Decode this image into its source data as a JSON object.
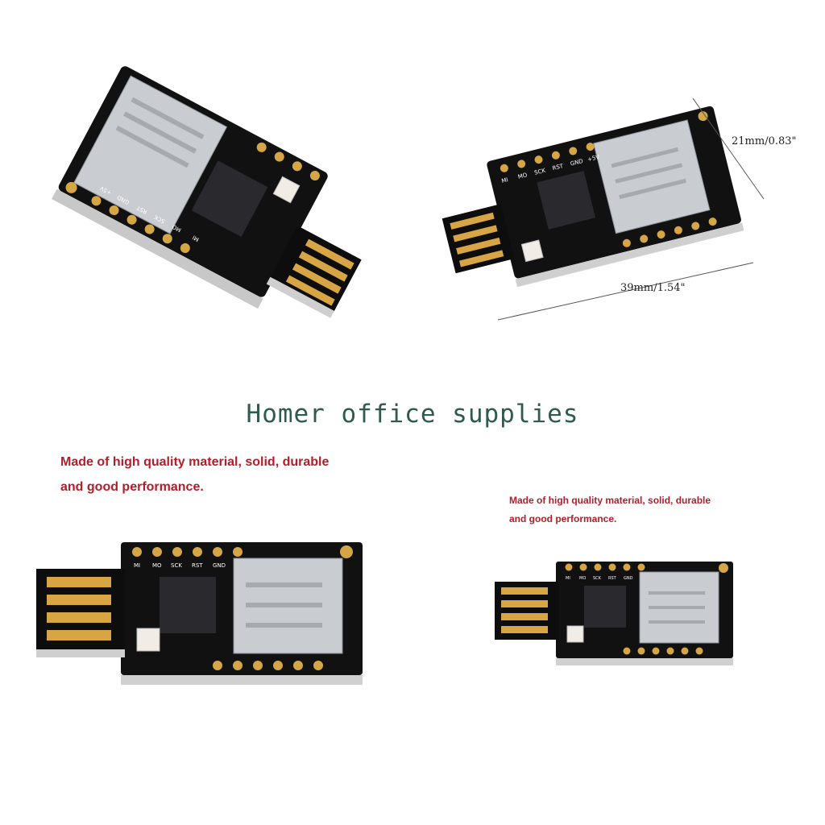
{
  "brand": {
    "watermark": "Homer office supplies",
    "color": "#2f5a4f"
  },
  "dimensions": {
    "width_label": "21mm/0.83\"",
    "length_label": "39mm/1.54\""
  },
  "pin_labels": [
    "MI",
    "MO",
    "SCK",
    "RST",
    "GND",
    "+5V"
  ],
  "descriptions": {
    "large": [
      "Made of high quality material, solid, durable",
      "and good performance."
    ],
    "small": [
      "Made of high quality material, solid, durable",
      "and good performance."
    ],
    "color": "#b0202a"
  },
  "colors": {
    "pcb": "#111111",
    "pad": "#d4a646",
    "usb_contact": "#d8a544",
    "sd_metal": "#c9ccd0",
    "chip": "#2a2a2e"
  }
}
